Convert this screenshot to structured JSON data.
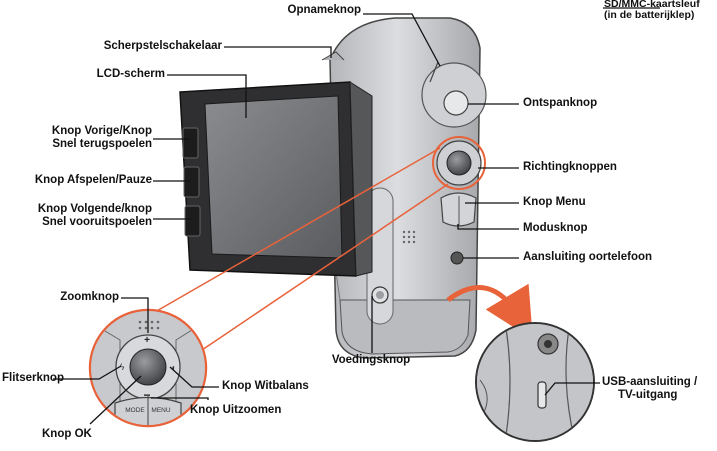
{
  "labels": {
    "opnameknop": "Opnameknop",
    "sd_line1": "SD/MMC-kaartsleuf",
    "sd_line2": "(in de batterijklep)",
    "scherpstel": "Scherpstelschakelaar",
    "lcd": "LCD-scherm",
    "vorige_line1": "Knop Vorige/Knop",
    "vorige_line2": "Snel terugspoelen",
    "afspelen": "Knop Afspelen/Pauze",
    "volgende_line1": "Knop Volgende/knop",
    "volgende_line2": "Snel vooruitspoelen",
    "ontspanknop": "Ontspanknop",
    "richting": "Richtingknoppen",
    "menu": "Knop Menu",
    "modus": "Modusknop",
    "oortelefoon": "Aansluiting oortelefoon",
    "zoomknop": "Zoomknop",
    "flitser": "Flitserknop",
    "witbalans": "Knop Witbalans",
    "ok": "Knop OK",
    "uitzoomen": "Knop Uitzoomen",
    "voeding": "Voedingsknop",
    "usb_line1": "USB-aansluiting /",
    "usb_line2": "TV-uitgang"
  },
  "device_marks": {
    "mode_text": "MODE",
    "menu_text": "MENU",
    "plus": "+",
    "minus": "−"
  },
  "colors": {
    "body": "#c9cacc",
    "body_dark": "#8f9194",
    "screen": "#6d6f72",
    "bezel": "#2b2b2d",
    "pointer": "#e8623a",
    "arrow": "#e8623a",
    "line": "#111111"
  }
}
